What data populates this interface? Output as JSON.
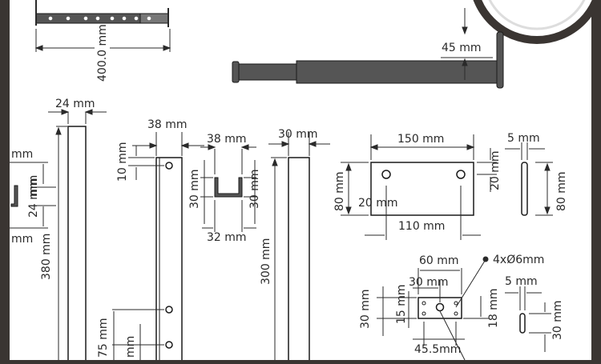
{
  "dims": {
    "d400": "400.0 mm",
    "d45": "45 mm",
    "d24": "24 mm",
    "mm_left_a": "mm",
    "d24_vert": "24 mm",
    "mm_left_b": "mm",
    "d380": "380 mm",
    "d38_top": "38 mm",
    "d10": "10 mm",
    "d38_channel": "38 mm",
    "d30_channel_left": "30 mm",
    "d30_channel_right": "30 mm",
    "d32": "32 mm",
    "d30_top": "30 mm",
    "d300": "300 mm",
    "d75": "75 mm",
    "mm_bottom": "mm",
    "d150": "150 mm",
    "d80": "80 mm",
    "d20_left": "20 mm",
    "d20_right": "20 mm",
    "d110": "110 mm",
    "d5_top": "5 mm",
    "d80_right": "80 mm",
    "holes": "4xØ6mm",
    "d60": "60 mm",
    "d30_plate": "30 mm",
    "d30_left": "30 mm",
    "d15": "15 mm",
    "d18": "18 mm",
    "d45_5": "45.5mm",
    "d5_bottom": "5 mm",
    "d30_bottom": "30 mm"
  },
  "colors": {
    "background": "#ffffff",
    "frame": "#3a3532",
    "part_fill": "#555555",
    "part_stroke": "#1a1a1a",
    "dim_line": "#2a2a2a"
  }
}
